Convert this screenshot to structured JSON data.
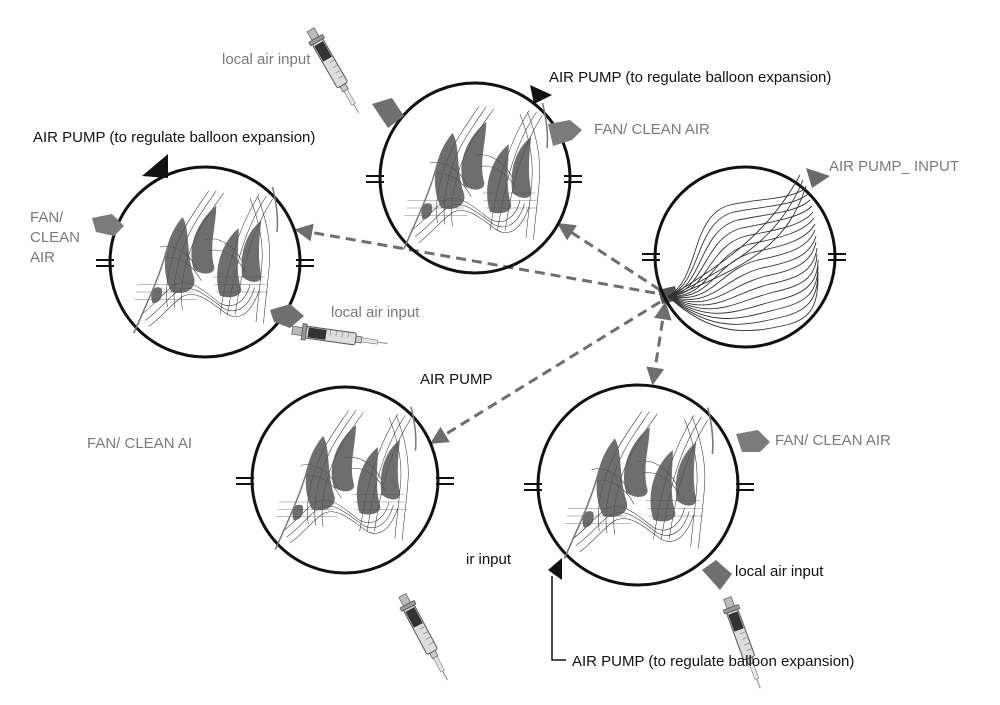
{
  "labels": {
    "top_syringe_input": "local air input",
    "top_air_pump": "AIR PUMP (to regulate balloon expansion)",
    "top_fan": "FAN/ CLEAN AIR",
    "left_air_pump": "AIR PUMP (to regulate balloon expansion)",
    "left_fan": "FAN/ CLEAN AIR",
    "left_syringe_input": "local air input",
    "right_air_pump_input": "AIR PUMP_ INPUT",
    "bottom_left_air_pump": "AIR PUMP",
    "bottom_left_fan": "FAN/ CLEAN AI",
    "bottom_right_fan": "FAN/ CLEAN AIR",
    "bottom_right_ir_input": "ir input",
    "bottom_right_syringe_input": "local air input",
    "bottom_right_air_pump": "AIR PUMP (to regulate balloon expansion)"
  },
  "colors": {
    "circle_stroke": "#111111",
    "dashed_arrow": "#6e6e6e",
    "fan_shape": "#7b7b7b",
    "pump_marker_dark": "#111111",
    "pump_marker_grey": "#6a6a6a",
    "sculpture_fill": "#555555",
    "sculpture_mesh": "#2a2a2a"
  },
  "icons": {
    "syringe": "syringe-icon",
    "fan": "fan-shape",
    "pump_marker": "triangle-marker"
  }
}
